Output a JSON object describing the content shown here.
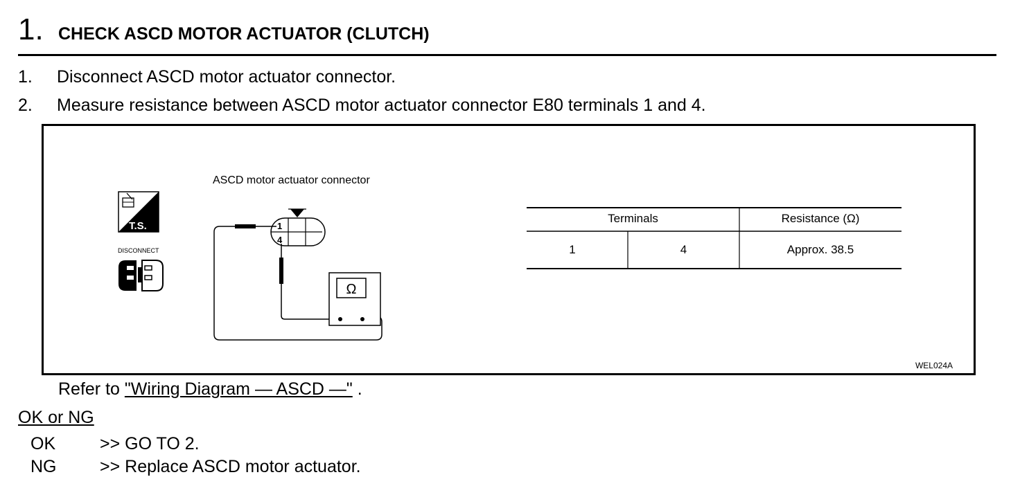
{
  "header": {
    "step_number": "1.",
    "title": "CHECK ASCD MOTOR ACTUATOR (CLUTCH)"
  },
  "instructions": [
    {
      "num": "1.",
      "text": "Disconnect ASCD motor actuator connector."
    },
    {
      "num": "2.",
      "text": "Measure resistance between ASCD motor actuator connector E80 terminals 1 and 4."
    }
  ],
  "figure": {
    "caption": "ASCD motor actuator connector",
    "ts_label": "T.S.",
    "disconnect_label": "DISCONNECT",
    "pin_1": "1",
    "pin_4": "4",
    "meter_symbol": "Ω",
    "code": "WEL024A",
    "table": {
      "headers": [
        "Terminals",
        "Resistance (Ω)"
      ],
      "rows": [
        [
          "1",
          "4",
          "Approx. 38.5"
        ]
      ]
    }
  },
  "refer": {
    "prefix": "Refer to ",
    "link": "\"Wiring Diagram — ASCD —\"",
    "suffix": " ."
  },
  "result": {
    "heading": "OK or NG",
    "rows": [
      {
        "key": "OK",
        "value": ">> GO TO 2."
      },
      {
        "key": "NG",
        "value": ">> Replace ASCD motor actuator."
      }
    ]
  }
}
